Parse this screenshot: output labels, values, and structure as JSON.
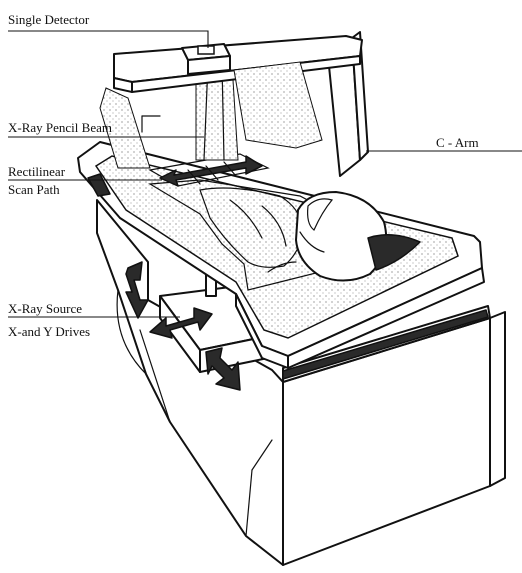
{
  "labels": {
    "single_detector": "Single Detector",
    "pencil_beam": "X-Ray Pencil Beam",
    "c_arm": "C - Arm",
    "scan_path_line1": "Rectilinear",
    "scan_path_line2": "Scan Path",
    "source_line1": "X-Ray Source",
    "source_line2": "X-and Y Drives"
  },
  "colors": {
    "ink": "#111111",
    "paper": "#ffffff",
    "stipple": "#555555",
    "arrow": "#2a2a2a"
  }
}
